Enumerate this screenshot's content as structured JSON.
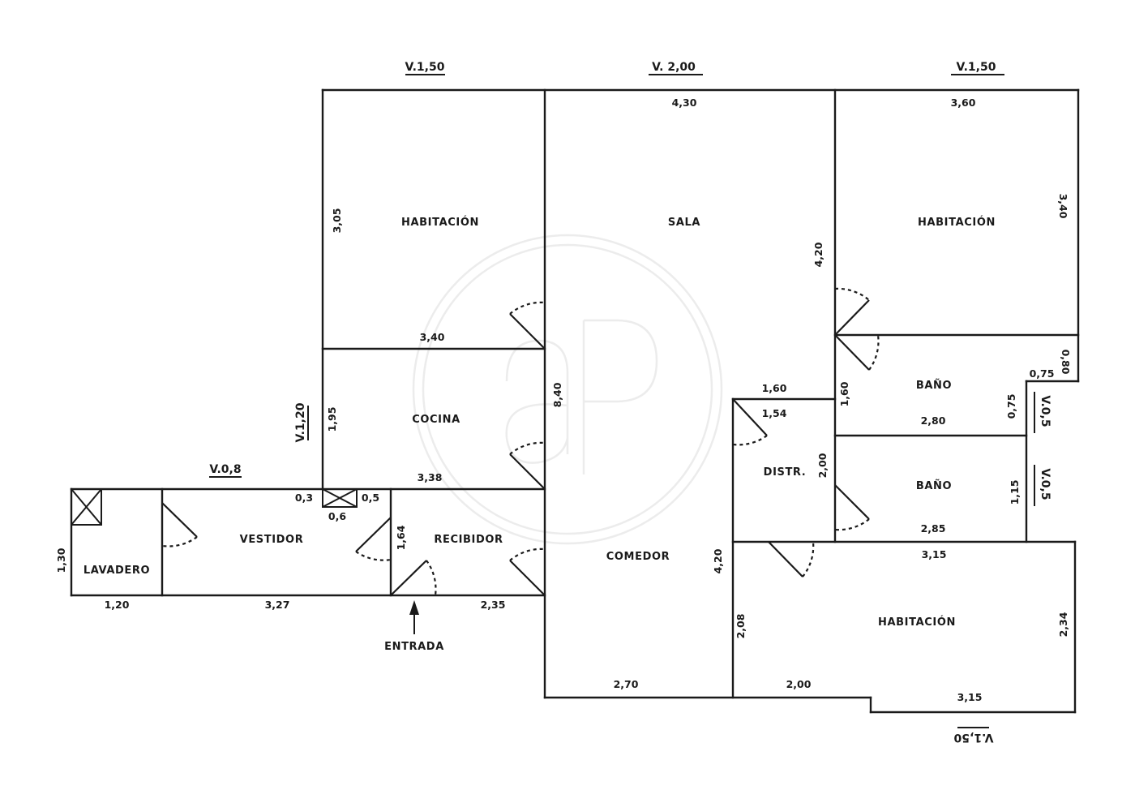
{
  "plan": {
    "colors": {
      "line": "#1a1a1a",
      "background": "#ffffff",
      "watermark": "#ececec"
    },
    "rooms": {
      "habitacion_1": "HABITACIÓN",
      "sala": "SALA",
      "habitacion_2": "HABITACIÓN",
      "cocina": "COCINA",
      "bano_1": "BAÑO",
      "bano_2": "BAÑO",
      "distr": "DISTR.",
      "vestidor": "VESTIDOR",
      "recibidor": "RECIBIDOR",
      "comedor": "COMEDOR",
      "lavadero": "LAVADERO",
      "habitacion_3": "HABITACIÓN"
    },
    "entrance_label": "ENTRADA",
    "windows": {
      "hab1_top": "V.1,50",
      "sala_top": "V. 2,00",
      "hab2_top": "V.1,50",
      "cocina_left": "V.1,20",
      "vestidor_top": "V.0,8",
      "bano1_right": "V.0,5",
      "bano2_right": "V.0,5",
      "hab3_bottom": "V.1,50"
    },
    "dimensions": {
      "hab1_height": "3,05",
      "hab1_width": "3,40",
      "sala_width": "4,30",
      "sala_height": "4,20",
      "hab2_width": "3,60",
      "hab2_height": "3,40",
      "hab2_notch": "0,80",
      "bano1_notch_w": "0,75",
      "bano1_notch_h": "0,75",
      "bano1_height": "1,60",
      "bano1_width": "2,80",
      "bano2_height": "1,15",
      "bano2_width": "2,85",
      "distr_top": "1,60",
      "distr_inner": "1,54",
      "distr_height": "2,00",
      "cocina_height": "1,95",
      "cocina_width": "3,38",
      "party_wall": "8,40",
      "shaft_left": "0,3",
      "shaft_right": "0,5",
      "shaft_bottom": "0,6",
      "lavadero_height": "1,30",
      "lavadero_width": "1,20",
      "vestidor_width": "3,27",
      "recibidor_height": "1,64",
      "recibidor_width": "2,35",
      "comedor_height": "4,20",
      "comedor_width": "2,70",
      "hab3_top": "3,15",
      "hab3_left": "2,08",
      "hab3_right": "2,34",
      "hab3_bottom_left": "2,00",
      "hab3_bottom_right": "3,15"
    }
  }
}
